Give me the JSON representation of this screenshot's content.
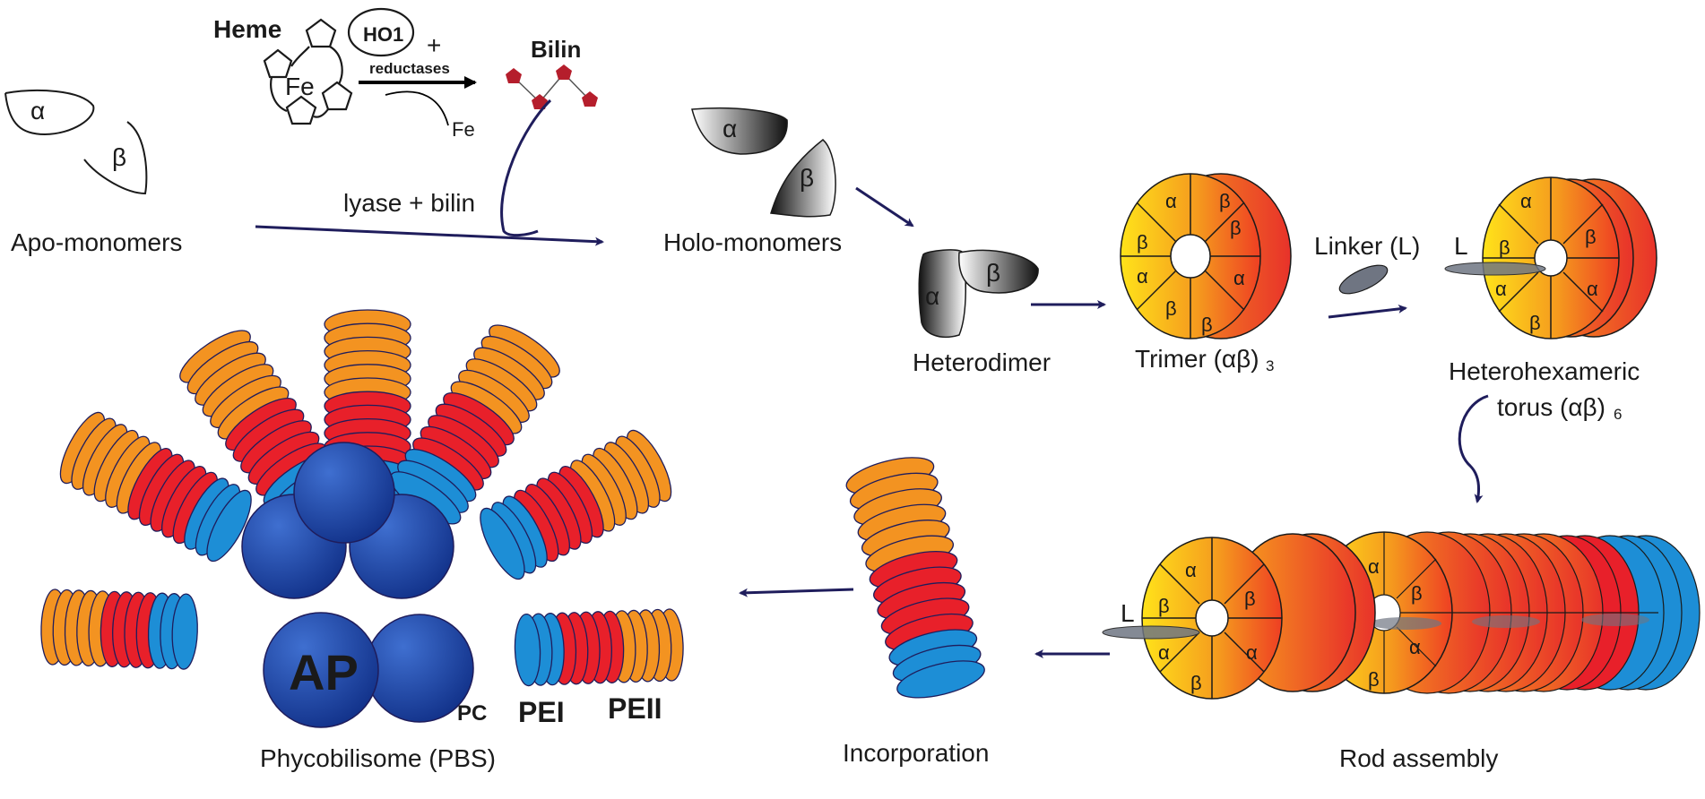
{
  "labels": {
    "heme": "Heme",
    "fe": "Fe",
    "ho1": "HO1",
    "plus": "+",
    "reductases": "reductases",
    "fe_released": "Fe",
    "bilin": "Bilin",
    "lyase_bilin": "lyase + bilin",
    "apo_monomers": "Apo-monomers",
    "holo_monomers": "Holo-monomers",
    "heterodimer": "Heterodimer",
    "trimer": "Trimer (αβ)",
    "trimer_sub": "3",
    "linker": "Linker (L)",
    "heterohexameric": "Heterohexameric",
    "torus": "torus (αβ)",
    "torus_sub": "6",
    "rod_assembly": "Rod assembly",
    "incorporation": "Incorporation",
    "pbs": "Phycobilisome (PBS)",
    "ap": "AP",
    "pc": "PC",
    "pei": "PEI",
    "peii": "PEII",
    "alpha": "α",
    "beta": "β",
    "linker_short": "L"
  },
  "colors": {
    "arrow": "#1f1d5c",
    "orange": "#f39321",
    "red": "#e8202a",
    "blue": "#1d8ed6",
    "ap_blue": "#1b3f9e",
    "ring_yellow": "#ffe31a",
    "ring_orange": "#ee3f23",
    "bilin_red": "#b51e2c",
    "linker_gray": "#6f7582"
  }
}
